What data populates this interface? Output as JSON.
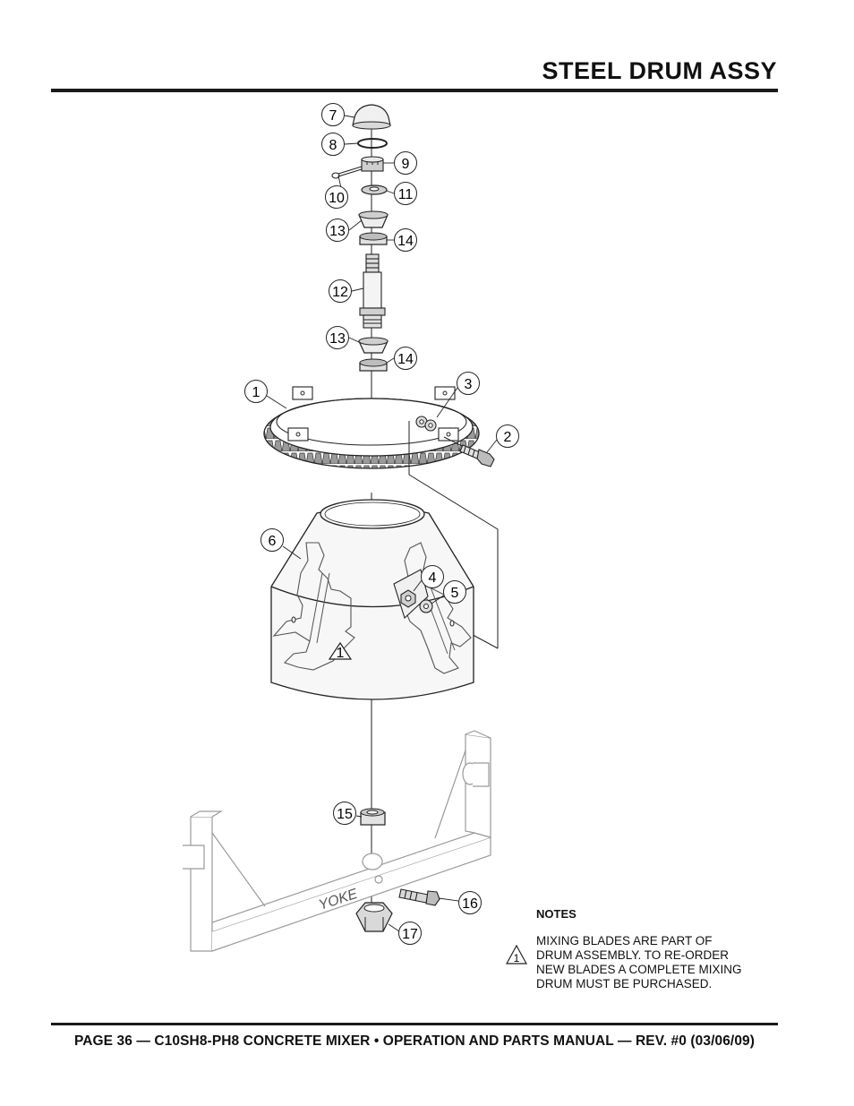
{
  "header": {
    "title": "STEEL DRUM ASSY"
  },
  "footer": {
    "text": "PAGE 36 — C10SH8-PH8 CONCRETE MIXER • OPERATION AND PARTS MANUAL — REV. #0 (03/06/09)"
  },
  "diagram": {
    "callouts": [
      "7",
      "8",
      "9",
      "10",
      "11",
      "13",
      "14",
      "12",
      "13",
      "14",
      "1",
      "3",
      "2",
      "6",
      "4",
      "5",
      "15",
      "16",
      "17"
    ],
    "warning_marker": "1",
    "yoke_label": "YOKE"
  },
  "notes": {
    "heading": "NOTES",
    "warning_marker": "1",
    "lines": [
      "MIXING BLADES ARE PART OF",
      "DRUM ASSEMBLY. TO RE-ORDER",
      "NEW BLADES A COMPLETE MIXING",
      "DRUM MUST BE PURCHASED."
    ]
  }
}
